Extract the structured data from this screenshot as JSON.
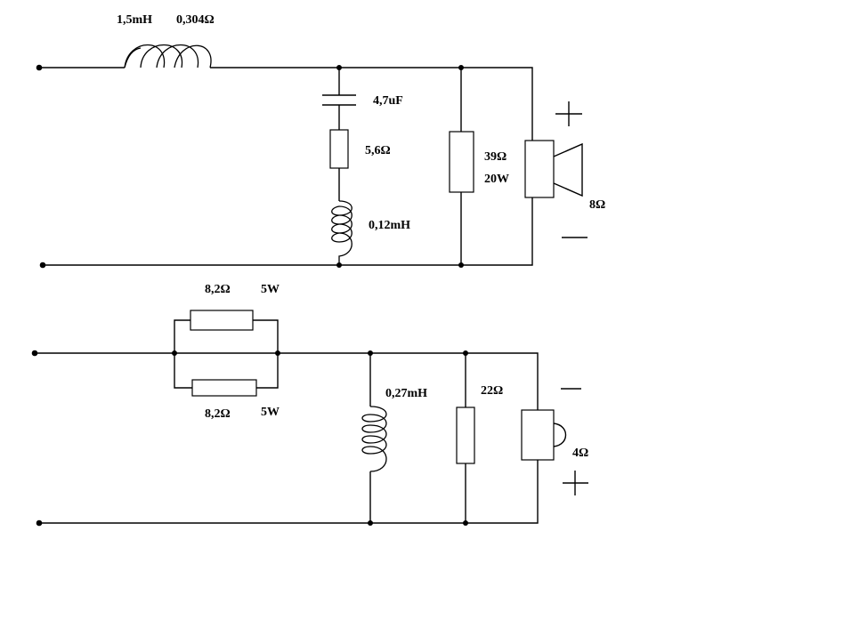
{
  "top_circuit": {
    "series_inductor": {
      "inductance": "1,5mH",
      "resistance": "0,304Ω"
    },
    "capacitor": "4,7uF",
    "notch_resistor": "5,6Ω",
    "notch_inductor": "0,12mH",
    "load_resistor": {
      "value": "39Ω",
      "power": "20W"
    },
    "speaker": {
      "impedance": "8Ω",
      "plus": "+",
      "minus": "—"
    }
  },
  "bottom_circuit": {
    "resistor_top": {
      "value": "8,2Ω",
      "power": "5W"
    },
    "resistor_bottom": {
      "value": "8,2Ω",
      "power": "5W"
    },
    "shunt_inductor": "0,27mH",
    "shunt_resistor": "22Ω",
    "speaker": {
      "impedance": "4Ω",
      "minus": "—",
      "plus": "+"
    }
  }
}
